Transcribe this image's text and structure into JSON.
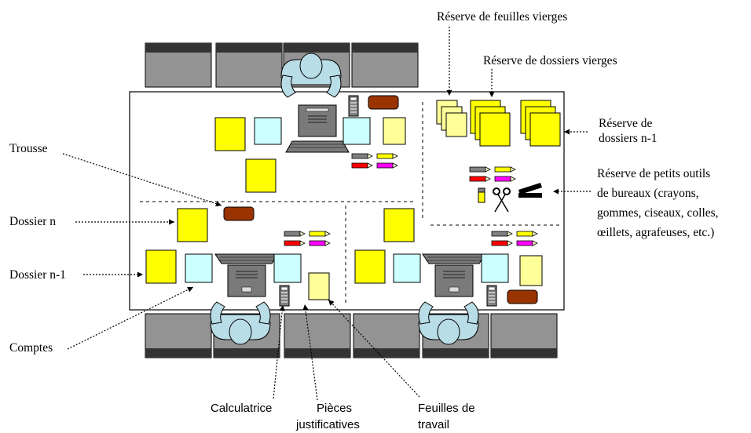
{
  "labels": {
    "reserve_feuilles": "Réserve de feuilles vierges",
    "reserve_dossiers_vierges": "Réserve de dossiers vierges",
    "reserve_dossiers_n1": [
      "Réserve de",
      "dossiers n-1"
    ],
    "reserve_outils": [
      "Réserve de petits outils",
      "de bureaux (crayons,",
      "gommes, ciseaux, colles,",
      "œillets, agrafeuses, etc.)"
    ],
    "trousse": "Trousse",
    "dossier_n": "Dossier n",
    "dossier_n1": "Dossier n-1",
    "comptes": "Comptes",
    "calculatrice": "Calculatrice",
    "pieces": [
      "Pièces",
      "justificatives"
    ],
    "feuilles_travail": [
      "Feuilles de",
      "travail"
    ]
  },
  "colors": {
    "chair": "#939393",
    "chair_dark": "#333333",
    "dossier": "#ffff00",
    "comptes": "#ccffff",
    "feuille": "#ffff99",
    "trousse": "#993300",
    "person": "#b9dde6",
    "computer": "#7a7a7a",
    "pencil_grey": "#808080",
    "pencil_yellow": "#ffff00",
    "pencil_red": "#ff0000",
    "pencil_magenta": "#ff00ff"
  }
}
